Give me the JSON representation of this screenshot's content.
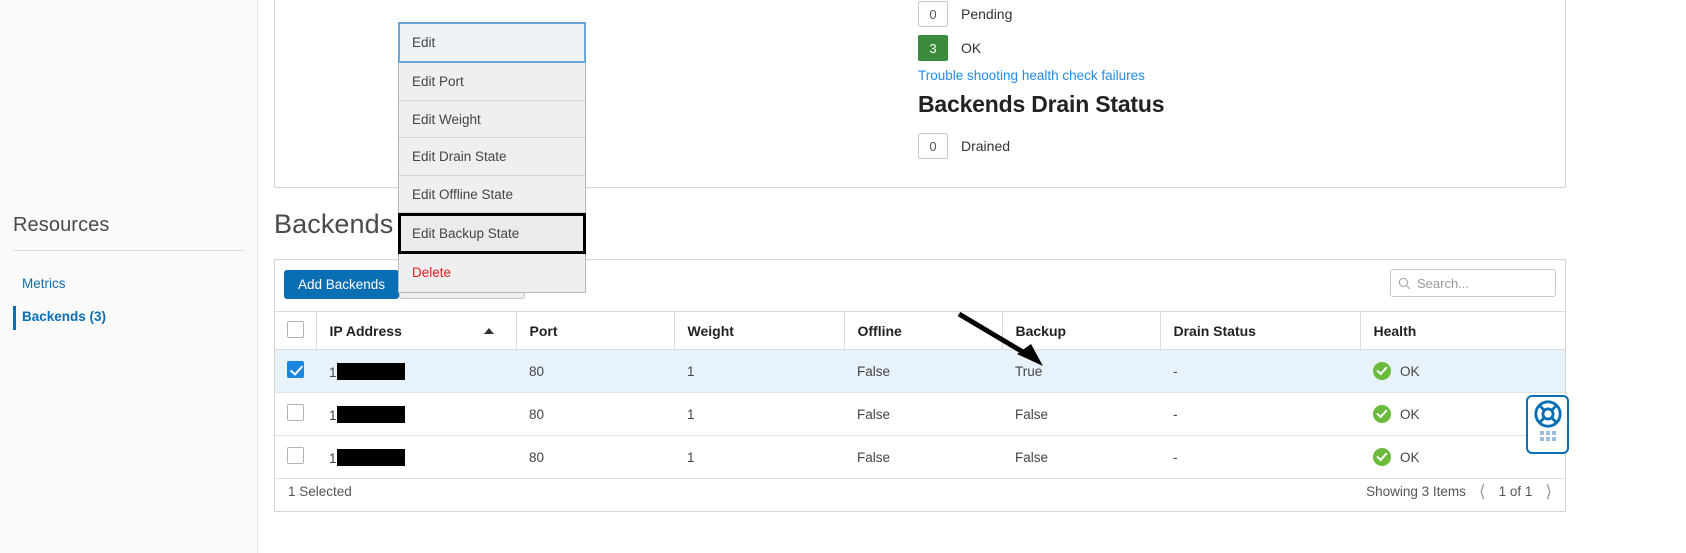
{
  "sidebar": {
    "title": "Resources",
    "items": [
      {
        "label": "Metrics",
        "active": false
      },
      {
        "label": "Backends (3)",
        "active": true
      }
    ]
  },
  "status_panel": {
    "health_rows": [
      {
        "count": "0",
        "label": "Pending",
        "state": "neutral"
      },
      {
        "count": "3",
        "label": "OK",
        "state": "ok"
      }
    ],
    "troubleshoot_link": "Trouble shooting health check failures",
    "drain_heading": "Backends Drain Status",
    "drain_rows": [
      {
        "count": "0",
        "label": "Drained",
        "state": "neutral"
      }
    ]
  },
  "page_title": "Backends",
  "toolbar": {
    "add_label": "Add Backends",
    "actions_label": "",
    "search_placeholder": "Search...",
    "search_value": "",
    "search_icon": "search-icon"
  },
  "menu": {
    "items": [
      {
        "label": "Edit",
        "style": "highlighted"
      },
      {
        "label": "Edit Port",
        "style": "normal"
      },
      {
        "label": "Edit Weight",
        "style": "normal"
      },
      {
        "label": "Edit Drain State",
        "style": "normal"
      },
      {
        "label": "Edit Offline State",
        "style": "normal"
      },
      {
        "label": "Edit Backup State",
        "style": "focused"
      },
      {
        "label": "Delete",
        "style": "danger"
      }
    ]
  },
  "table": {
    "columns": [
      {
        "label": "",
        "key": "checkbox"
      },
      {
        "label": "IP Address",
        "key": "ip",
        "sorted": "asc"
      },
      {
        "label": "Port",
        "key": "port"
      },
      {
        "label": "Weight",
        "key": "weight"
      },
      {
        "label": "Offline",
        "key": "offline"
      },
      {
        "label": "Backup",
        "key": "backup"
      },
      {
        "label": "Drain Status",
        "key": "drain"
      },
      {
        "label": "Health",
        "key": "health"
      }
    ],
    "rows": [
      {
        "selected": true,
        "ip_prefix": "1",
        "ip_redacted_width": 68,
        "port": "80",
        "weight": "1",
        "offline": "False",
        "backup": "True",
        "drain": "-",
        "health": "OK"
      },
      {
        "selected": false,
        "ip_prefix": "1",
        "ip_redacted_width": 68,
        "port": "80",
        "weight": "1",
        "offline": "False",
        "backup": "False",
        "drain": "-",
        "health": "OK"
      },
      {
        "selected": false,
        "ip_prefix": "1",
        "ip_redacted_width": 68,
        "port": "80",
        "weight": "1",
        "offline": "False",
        "backup": "False",
        "drain": "-",
        "health": "OK"
      }
    ],
    "footer": {
      "selection": "1 Selected",
      "showing": "Showing 3 Items",
      "page_indicator": "1 of 1",
      "prev_icon": "chevron-left-icon",
      "next_icon": "chevron-right-icon"
    }
  },
  "help_widget": {
    "icon": "life-preserver-icon",
    "grip": "drag-grip-icon"
  },
  "colors": {
    "accent": "#0a6eb4",
    "ok_green": "#3c8b3c",
    "health_green": "#6aba3c",
    "link_blue": "#1f8ceb",
    "danger_red": "#e02020",
    "row_selected": "#e8f2fb"
  }
}
